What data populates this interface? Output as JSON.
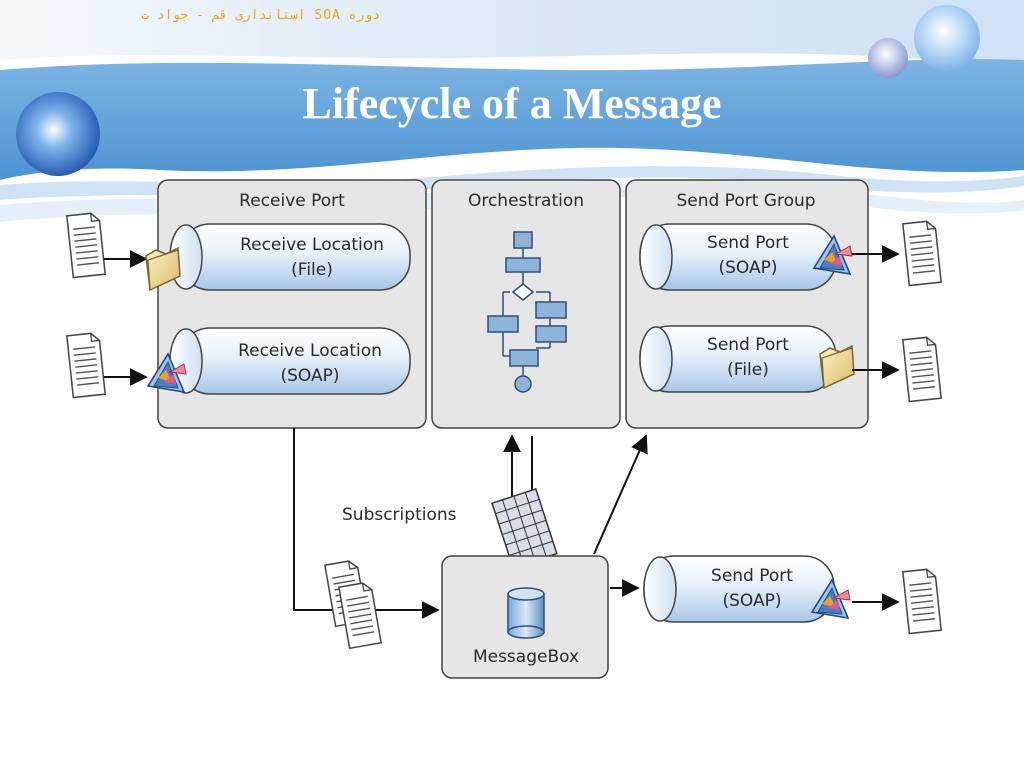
{
  "header": {
    "note": "دوره SOA استانداری قم - جواد ت"
  },
  "slide": {
    "title": "Lifecycle of a Message"
  },
  "diagram": {
    "receive_port": {
      "label": "Receive Port",
      "locations": [
        {
          "line1": "Receive Location",
          "line2": "(File)",
          "adapter_icon": "folder-icon"
        },
        {
          "line1": "Receive Location",
          "line2": "(SOAP)",
          "adapter_icon": "soap-adapter-icon"
        }
      ]
    },
    "orchestration": {
      "label": "Orchestration"
    },
    "send_port_group": {
      "label": "Send Port Group",
      "ports": [
        {
          "line1": "Send Port",
          "line2": "(SOAP)",
          "adapter_icon": "soap-adapter-icon"
        },
        {
          "line1": "Send Port",
          "line2": "(File)",
          "adapter_icon": "folder-icon"
        }
      ]
    },
    "subscriptions": {
      "label": "Subscriptions"
    },
    "messagebox": {
      "label": "MessageBox"
    },
    "standalone_send_port": {
      "line1": "Send Port",
      "line2": "(SOAP)",
      "adapter_icon": "soap-adapter-icon"
    }
  },
  "colors": {
    "band_blue": "#5b9fd8",
    "band_light": "#d6e8f7",
    "container_fill": "#e6e6e6",
    "cylinder_blue": "#a9c9ea",
    "flow_box_blue": "#8fb4d9",
    "title_white": "#ffffff"
  }
}
